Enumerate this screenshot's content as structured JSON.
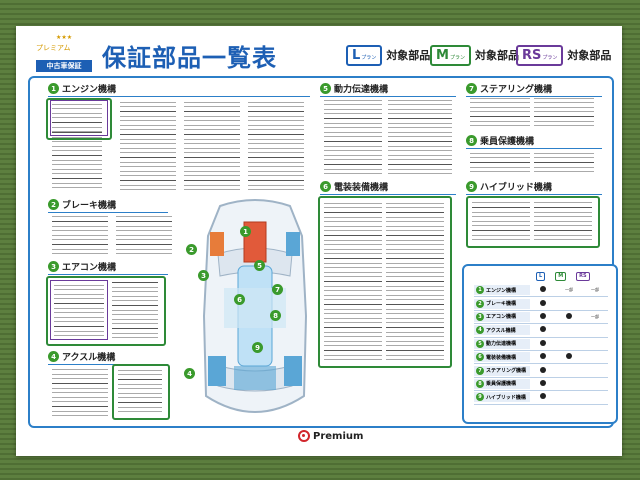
{
  "header": {
    "brand_small": "プレミアム",
    "brand_stars": "★★★",
    "brand_badge": "中古車保証",
    "title": "保証部品一覧表",
    "note": ""
  },
  "plans": [
    {
      "letter": "L",
      "small": "プラン",
      "text": "対象部品",
      "color": "#1d5fb4"
    },
    {
      "letter": "M",
      "small": "プラン",
      "text": "対象部品",
      "color": "#2e8a38"
    },
    {
      "letter": "RS",
      "small": "プラン",
      "text": "対象部品",
      "color": "#6a3a9a"
    }
  ],
  "sections": {
    "s1": {
      "num": "1",
      "title": "エンジン機構",
      "icon": "engine-icon"
    },
    "s2": {
      "num": "2",
      "title": "ブレーキ機構",
      "icon": "brake-icon"
    },
    "s3": {
      "num": "3",
      "title": "エアコン機構",
      "icon": "aircon-icon"
    },
    "s4": {
      "num": "4",
      "title": "アクスル機構",
      "icon": "axle-icon"
    },
    "s5": {
      "num": "5",
      "title": "動力伝達機構",
      "icon": "drivetrain-icon"
    },
    "s6": {
      "num": "6",
      "title": "電装装備機構",
      "icon": "electrical-icon"
    },
    "s7": {
      "num": "7",
      "title": "ステアリング機構",
      "icon": "steering-icon"
    },
    "s8": {
      "num": "8",
      "title": "乗員保護機構",
      "icon": "occupant-icon"
    },
    "s9": {
      "num": "9",
      "title": "ハイブリッド機構",
      "icon": "hybrid-icon"
    }
  },
  "table": {
    "headers": [
      {
        "label": "L",
        "color": "#1d5fb4"
      },
      {
        "label": "M",
        "color": "#2e8a38"
      },
      {
        "label": "RS",
        "color": "#6a3a9a"
      }
    ],
    "rows": [
      {
        "num": "1",
        "label": "エンジン機構",
        "L": "●",
        "M": "一部",
        "RS": "一部"
      },
      {
        "num": "2",
        "label": "ブレーキ機構",
        "L": "●",
        "M": "",
        "RS": ""
      },
      {
        "num": "3",
        "label": "エアコン機構",
        "L": "●",
        "M": "●",
        "RS": "一部"
      },
      {
        "num": "4",
        "label": "アクスル機構",
        "L": "●",
        "M": "",
        "RS": ""
      },
      {
        "num": "5",
        "label": "動力伝達機構",
        "L": "●",
        "M": "",
        "RS": ""
      },
      {
        "num": "6",
        "label": "電装装備機構",
        "L": "●",
        "M": "●",
        "RS": ""
      },
      {
        "num": "7",
        "label": "ステアリング機構",
        "L": "●",
        "M": "",
        "RS": ""
      },
      {
        "num": "8",
        "label": "乗員保護機構",
        "L": "●",
        "M": "",
        "RS": ""
      },
      {
        "num": "9",
        "label": "ハイブリッド機構",
        "L": "●",
        "M": "",
        "RS": ""
      }
    ]
  },
  "car_labels": [
    "1",
    "2",
    "3",
    "4",
    "5",
    "6",
    "7",
    "8",
    "9"
  ],
  "footer": {
    "logo_text": "Premium"
  },
  "colors": {
    "accent_blue": "#1d5fb4",
    "frame_blue": "#2c7fc8",
    "green": "#2e8a38",
    "purple": "#6a3a9a",
    "red": "#d1262c"
  }
}
